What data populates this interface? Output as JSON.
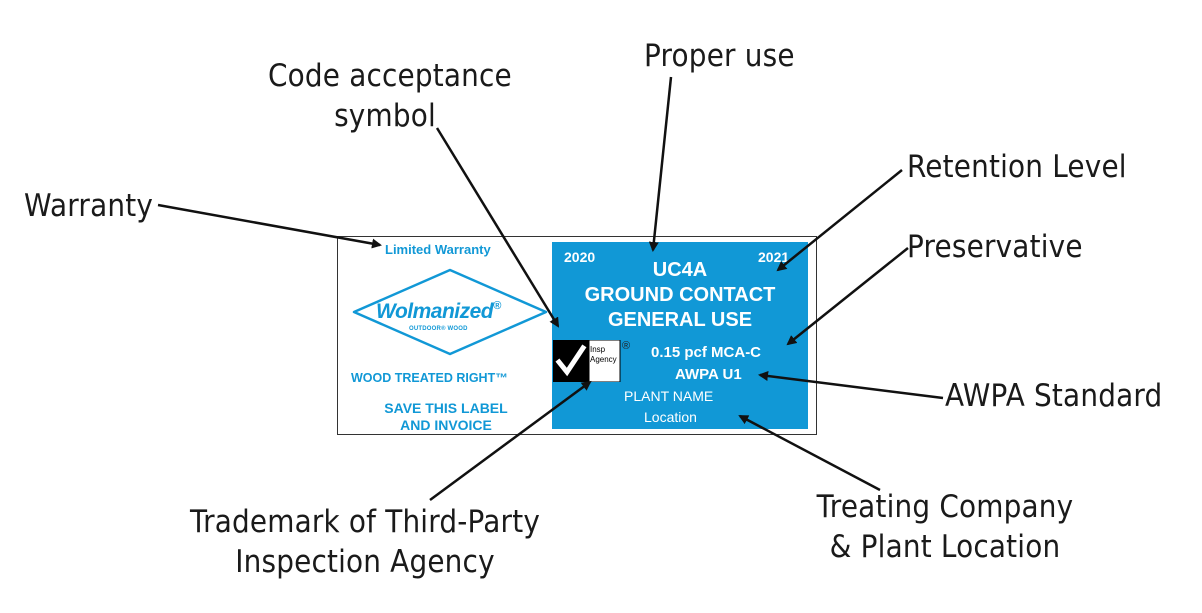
{
  "callouts": {
    "code_acceptance_line1": "Code acceptance",
    "code_acceptance_line2": "symbol",
    "proper_use": "Proper use",
    "retention_level": "Retention Level",
    "preservative": "Preservative",
    "warranty": "Warranty",
    "awpa_standard": "AWPA Standard",
    "trademark_line1": "Trademark of Third-Party",
    "trademark_line2": "Inspection Agency",
    "treating_line1": "Treating Company",
    "treating_line2": "& Plant Location"
  },
  "tag": {
    "limited_warranty": "Limited Warranty",
    "brand": "Wolmanized",
    "brand_mark": "®",
    "brand_sub": "OUTDOOR® WOOD",
    "slogan": "WOOD TREATED RIGHT™",
    "save_line1": "SAVE THIS LABEL",
    "save_line2": "AND INVOICE",
    "year_left": "2020",
    "year_right": "2021",
    "use_category": "UC4A",
    "use_line1": "GROUND CONTACT",
    "use_line2": "GENERAL USE",
    "retention": "0.15 pcf MCA-C",
    "standard": "AWPA U1",
    "plant_name": "PLANT NAME",
    "location": "Location",
    "insp_line1": "Insp",
    "insp_line2": "Agency",
    "insp_mark": "®"
  },
  "colors": {
    "blue": "#1198d6",
    "text": "#1a1a1a",
    "white": "#ffffff"
  }
}
